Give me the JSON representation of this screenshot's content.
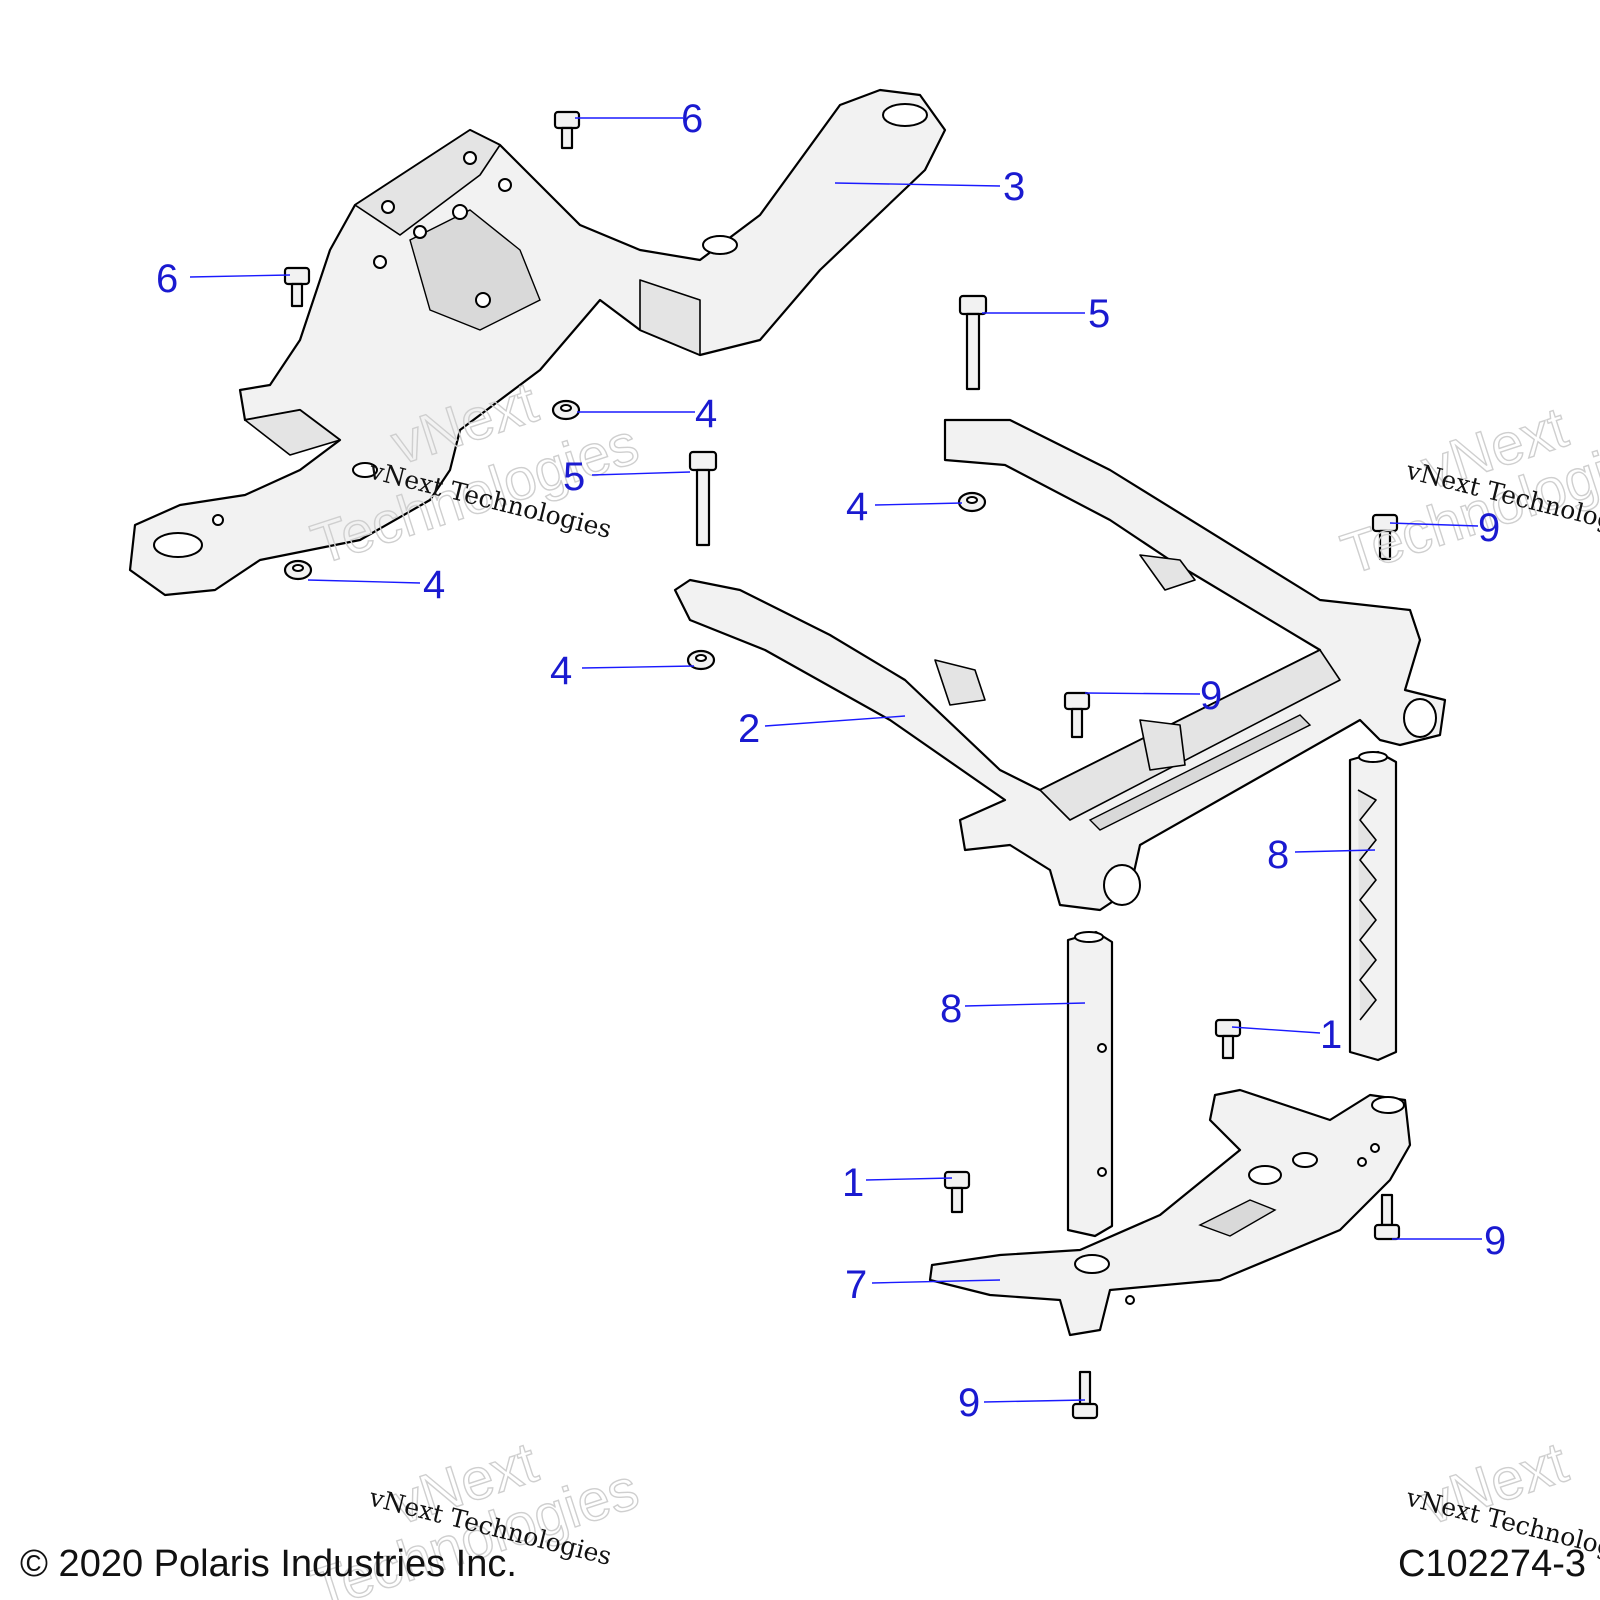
{
  "callouts": [
    {
      "label": "6"
    },
    {
      "label": "3"
    },
    {
      "label": "6"
    },
    {
      "label": "5"
    },
    {
      "label": "4"
    },
    {
      "label": "5"
    },
    {
      "label": "4"
    },
    {
      "label": "9"
    },
    {
      "label": "4"
    },
    {
      "label": "4"
    },
    {
      "label": "9"
    },
    {
      "label": "2"
    },
    {
      "label": "8"
    },
    {
      "label": "8"
    },
    {
      "label": "1"
    },
    {
      "label": "1"
    },
    {
      "label": "9"
    },
    {
      "label": "7"
    },
    {
      "label": "9"
    }
  ],
  "watermark": {
    "brand": "vNext",
    "line2": "Technologies",
    "small": "vNext Technologies"
  },
  "footer": {
    "copyright": "© 2020 Polaris Industries Inc.",
    "figure_id": "C102274-3"
  }
}
